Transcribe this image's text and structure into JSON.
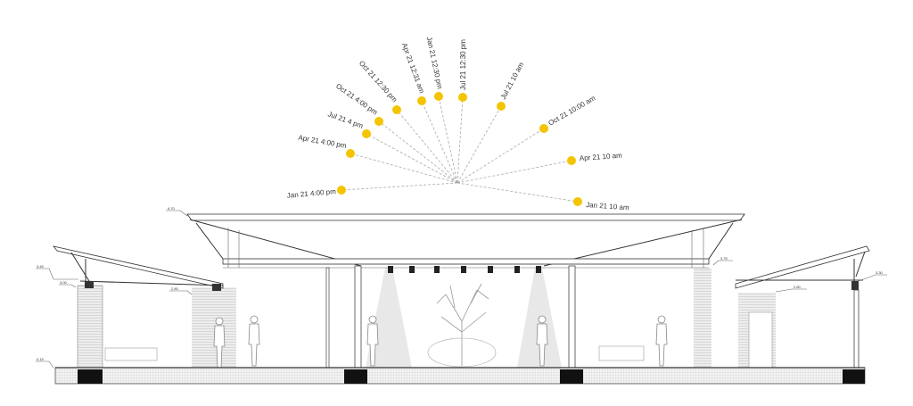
{
  "title": "Building section with sun path angles",
  "sun_positions": [
    {
      "label": "Jan 21 4:00 pm"
    },
    {
      "label": "Apr 21 4:00 pm"
    },
    {
      "label": "Jul 21 4 pm"
    },
    {
      "label": "Oct 21 4:00 pm"
    },
    {
      "label": "Oct 21 12:30 pm"
    },
    {
      "label": "Apr 21 12:31 am"
    },
    {
      "label": "Jan 21 12:30 pm"
    },
    {
      "label": "Jul 21 12:30 pm"
    },
    {
      "label": "Jul 21 10 am"
    },
    {
      "label": "Oct 21 10:00 am"
    },
    {
      "label": "Apr 21 10 am"
    },
    {
      "label": "Jan 21 10 am"
    }
  ],
  "levels": {
    "central_roof": "6.70",
    "left_roof": "3.45",
    "left_eave": "3.00",
    "left_inner": "2.80",
    "floor": "0.15",
    "right_beam": "3.75",
    "right_roof": "3.30",
    "right_inner": "2.80"
  },
  "colors": {
    "sun": "#f5c400",
    "ray": "#aaaaaa",
    "line": "#333333",
    "wall_shade": "#e6e6e6",
    "light_cone": "#e9e9e9"
  }
}
